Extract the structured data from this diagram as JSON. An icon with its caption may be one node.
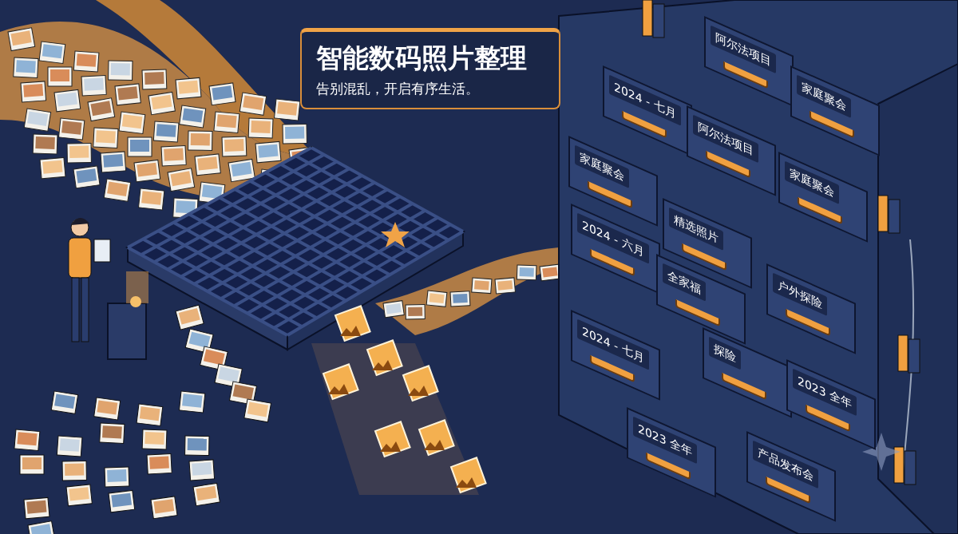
{
  "diagram": {
    "nodes": [
      {
        "text": [
          "智能数码照片整理",
          "告别混乱，开启有序生活。"
        ]
      },
      {
        "text": [
          "2024 - 七月"
        ]
      },
      {
        "text": [
          "阿尔法项目"
        ]
      },
      {
        "text": [
          "家庭聚会"
        ]
      },
      {
        "text": [
          "阿尔法项目"
        ]
      },
      {
        "text": [
          "家庭聚会"
        ]
      },
      {
        "text": [
          "家庭聚会"
        ]
      },
      {
        "text": [
          "精选照片"
        ]
      },
      {
        "text": [
          "2024 - 六月"
        ]
      },
      {
        "text": [
          "全家福"
        ]
      },
      {
        "text": [
          "户外探险"
        ]
      },
      {
        "text": [
          "2024 - 七月"
        ]
      },
      {
        "text": [
          "探险"
        ]
      },
      {
        "text": [
          "2023 全年"
        ]
      },
      {
        "text": [
          "2023 全年"
        ]
      },
      {
        "text": [
          "产品发布会"
        ]
      }
    ]
  }
}
